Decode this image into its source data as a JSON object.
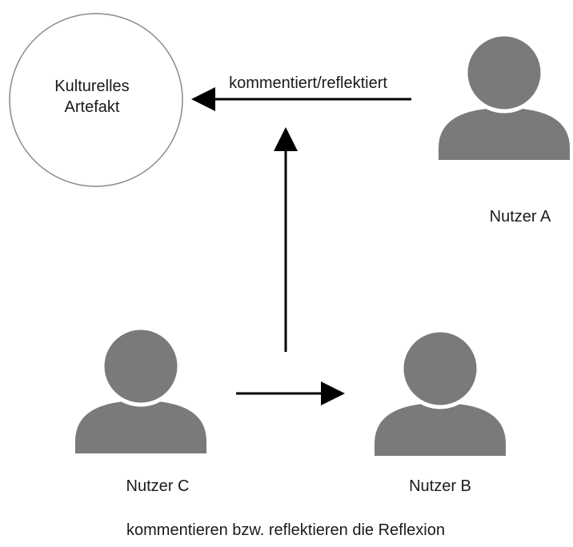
{
  "artifact": {
    "line1": "Kulturelles",
    "line2": "Artefakt"
  },
  "edge_label": "kommentiert/reflektiert",
  "users": {
    "a": "Nutzer A",
    "b": "Nutzer B",
    "c": "Nutzer C"
  },
  "caption": "kommentieren bzw. reflektieren die Reflexion",
  "colors": {
    "user_icon": "#7a7a7a",
    "arrow": "#000000",
    "circle_stroke": "#8a8a8a"
  }
}
